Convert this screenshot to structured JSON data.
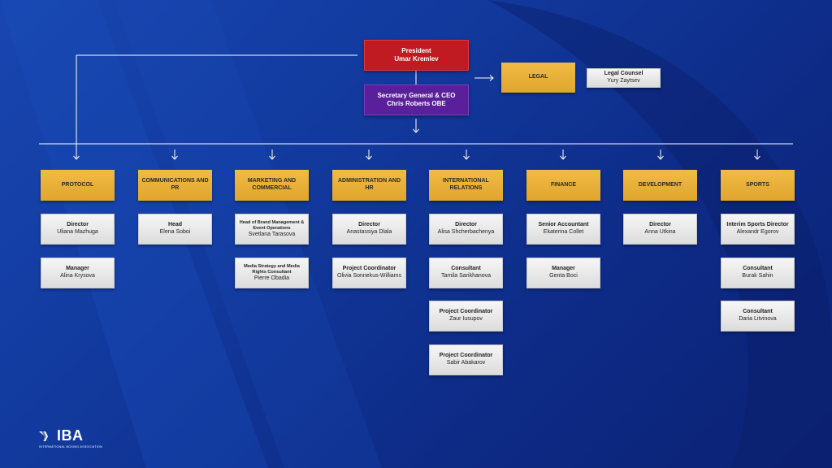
{
  "president": {
    "role": "President",
    "name": "Umar Kremlev"
  },
  "ceo": {
    "role": "Secretary General & CEO",
    "name": "Chris Roberts OBE"
  },
  "legal": {
    "label": "LEGAL",
    "counsel": {
      "role": "Legal Counsel",
      "name": "Yury Zaytsev"
    }
  },
  "departments": [
    {
      "label": "PROTOCOL",
      "people": [
        {
          "role": "Director",
          "name": "Uliana Mazhuga"
        },
        {
          "role": "Manager",
          "name": "Alina Krysova"
        }
      ]
    },
    {
      "label": "COMMUNICATIONS AND PR",
      "people": [
        {
          "role": "Head",
          "name": "Elena Soboi"
        }
      ]
    },
    {
      "label": "MARKETING AND COMMERCIAL",
      "people": [
        {
          "role": "Head of Brand Management & Event Operations",
          "name": "Svetlana Tarasova"
        },
        {
          "role": "Media Strategy and Media Rights Consultant",
          "name": "Pierre Obadia"
        }
      ]
    },
    {
      "label": "ADMINISTRATION AND HR",
      "people": [
        {
          "role": "Director",
          "name": "Anastassiya Dlala"
        },
        {
          "role": "Project Coordinator",
          "name": "Olivia Sonnekus-Williams"
        }
      ]
    },
    {
      "label": "INTERNATIONAL RELATIONS",
      "people": [
        {
          "role": "Director",
          "name": "Alisa Shcherbachenya"
        },
        {
          "role": "Consultant",
          "name": "Tamila Sarikhanova"
        },
        {
          "role": "Project Coordinator",
          "name": "Zaur Iusupov"
        },
        {
          "role": "Project Coordinator",
          "name": "Sabir Abakarov"
        }
      ]
    },
    {
      "label": "FINANCE",
      "people": [
        {
          "role": "Senior Accountant",
          "name": "Ekaterina Collet"
        },
        {
          "role": "Manager",
          "name": "Genta Boci"
        }
      ]
    },
    {
      "label": "DEVELOPMENT",
      "people": [
        {
          "role": "Director",
          "name": "Anna Utkina"
        }
      ]
    },
    {
      "label": "SPORTS",
      "people": [
        {
          "role": "Interim Sports Director",
          "name": "Alexandr Egorov"
        },
        {
          "role": "Consultant",
          "name": "Burak Sahin"
        },
        {
          "role": "Consultant",
          "name": "Daria Litvinova"
        }
      ]
    }
  ],
  "logo": {
    "mark": "IBA",
    "tagline": "INTERNATIONAL BOXING ASSOCIATION"
  },
  "colors": {
    "background": "#123a9e",
    "president": "#c01a22",
    "ceo": "#5a1f9a",
    "department": "#eab23a",
    "person": "#e8e8e8",
    "line": "#ffffff"
  }
}
